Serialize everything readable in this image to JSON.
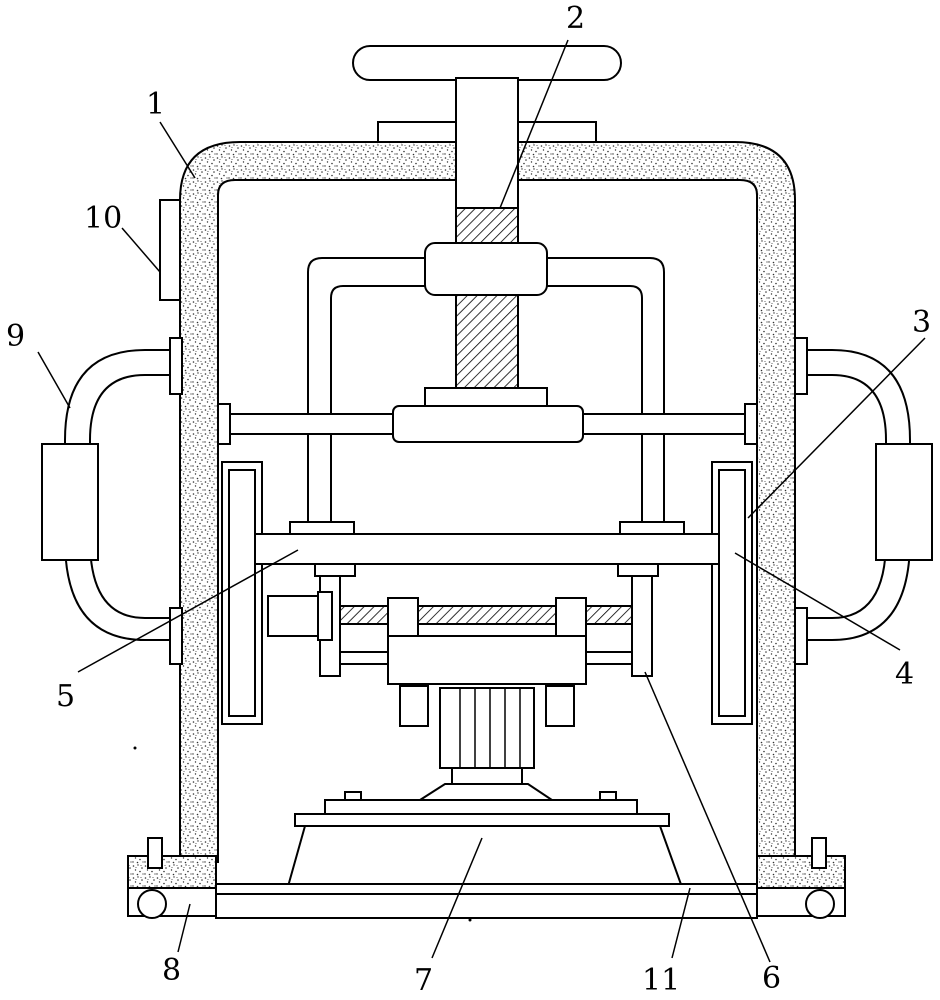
{
  "diagram": {
    "labels": [
      {
        "key": "1",
        "text": "1"
      },
      {
        "key": "2",
        "text": "2"
      },
      {
        "key": "3",
        "text": "3"
      },
      {
        "key": "4",
        "text": "4"
      },
      {
        "key": "5",
        "text": "5"
      },
      {
        "key": "6",
        "text": "6"
      },
      {
        "key": "7",
        "text": "7"
      },
      {
        "key": "8",
        "text": "8"
      },
      {
        "key": "9",
        "text": "9"
      },
      {
        "key": "10",
        "text": "10"
      },
      {
        "key": "11",
        "text": "11"
      }
    ]
  }
}
